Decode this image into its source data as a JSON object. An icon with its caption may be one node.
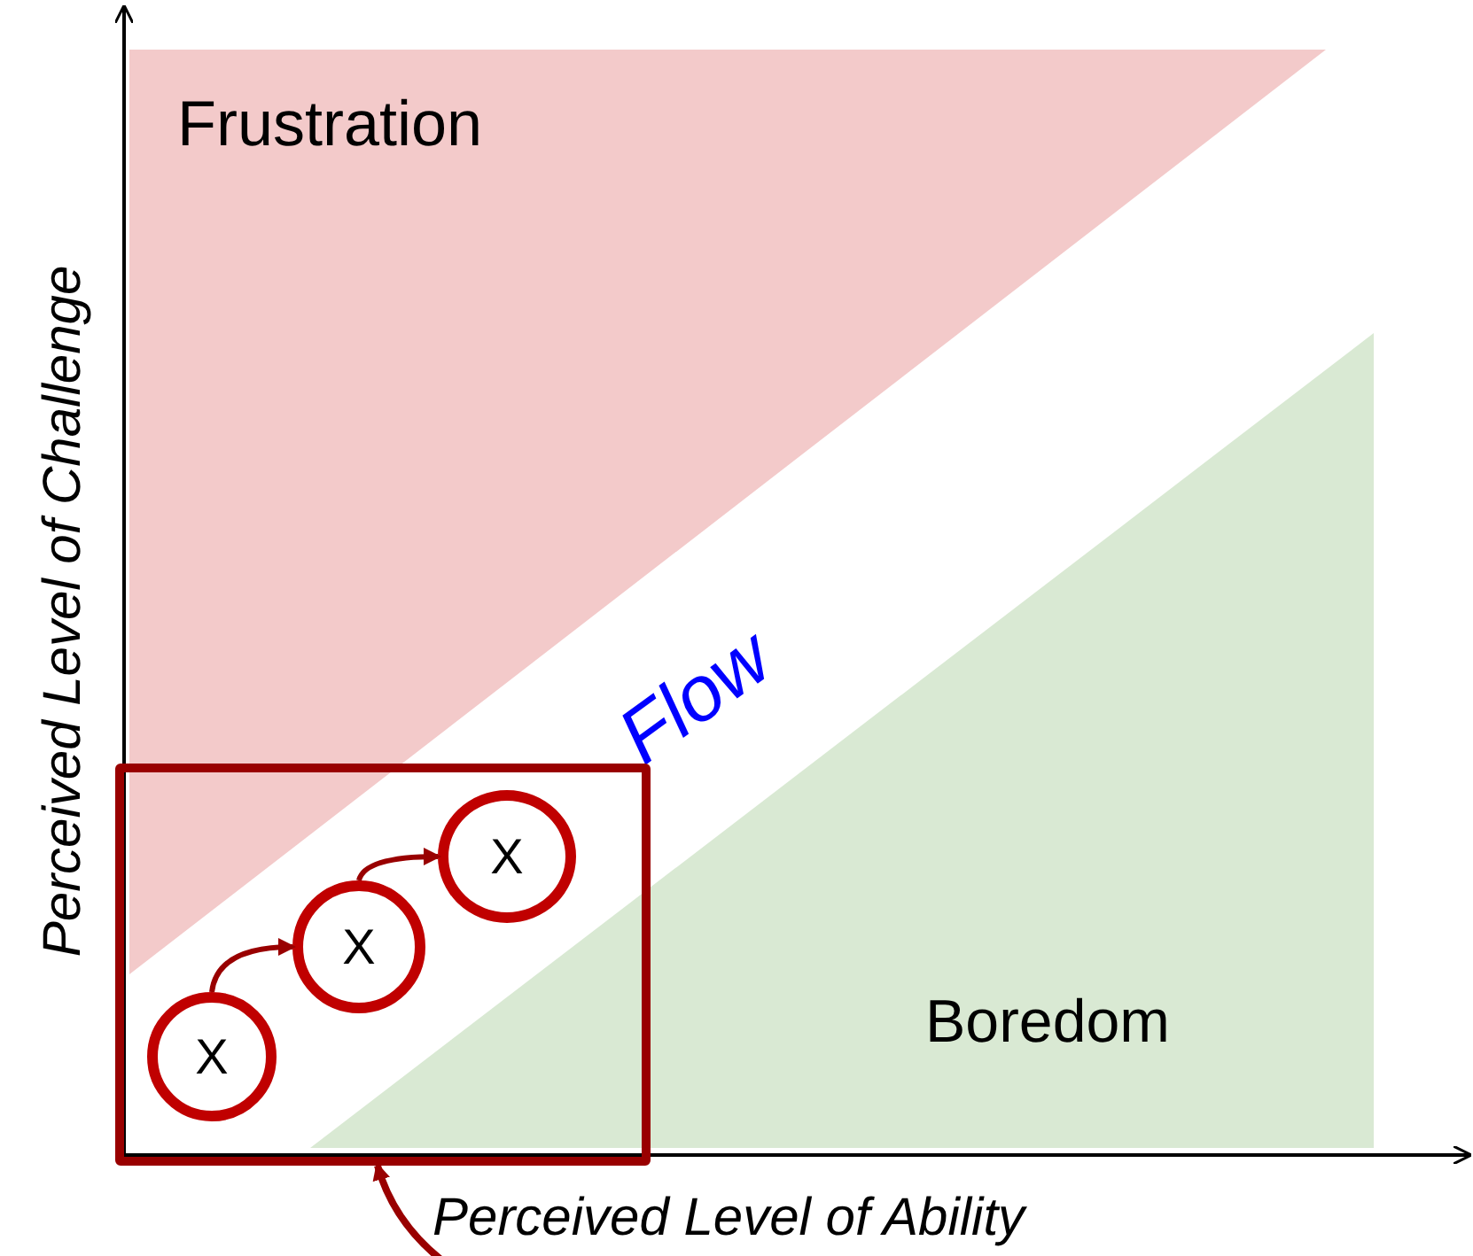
{
  "diagram": {
    "nodes": [
      {
        "text": [],
        "shape": "box"
      },
      {
        "text": [
          "X"
        ],
        "in": 0
      },
      {
        "text": [
          "X"
        ],
        "in": 0
      },
      {
        "text": [
          "X"
        ],
        "in": 0
      }
    ],
    "edges": [
      {
        "from": 1,
        "to": 2,
        "arrow": "to"
      },
      {
        "from": 2,
        "to": 3,
        "arrow": "to"
      },
      {
        "from": null,
        "to": 0,
        "arrow": "to"
      }
    ],
    "labels": [
      "Frustration",
      "Perceived Level of Challenge",
      "Flow",
      "Boredom",
      "Perceived Level of Ability"
    ]
  }
}
